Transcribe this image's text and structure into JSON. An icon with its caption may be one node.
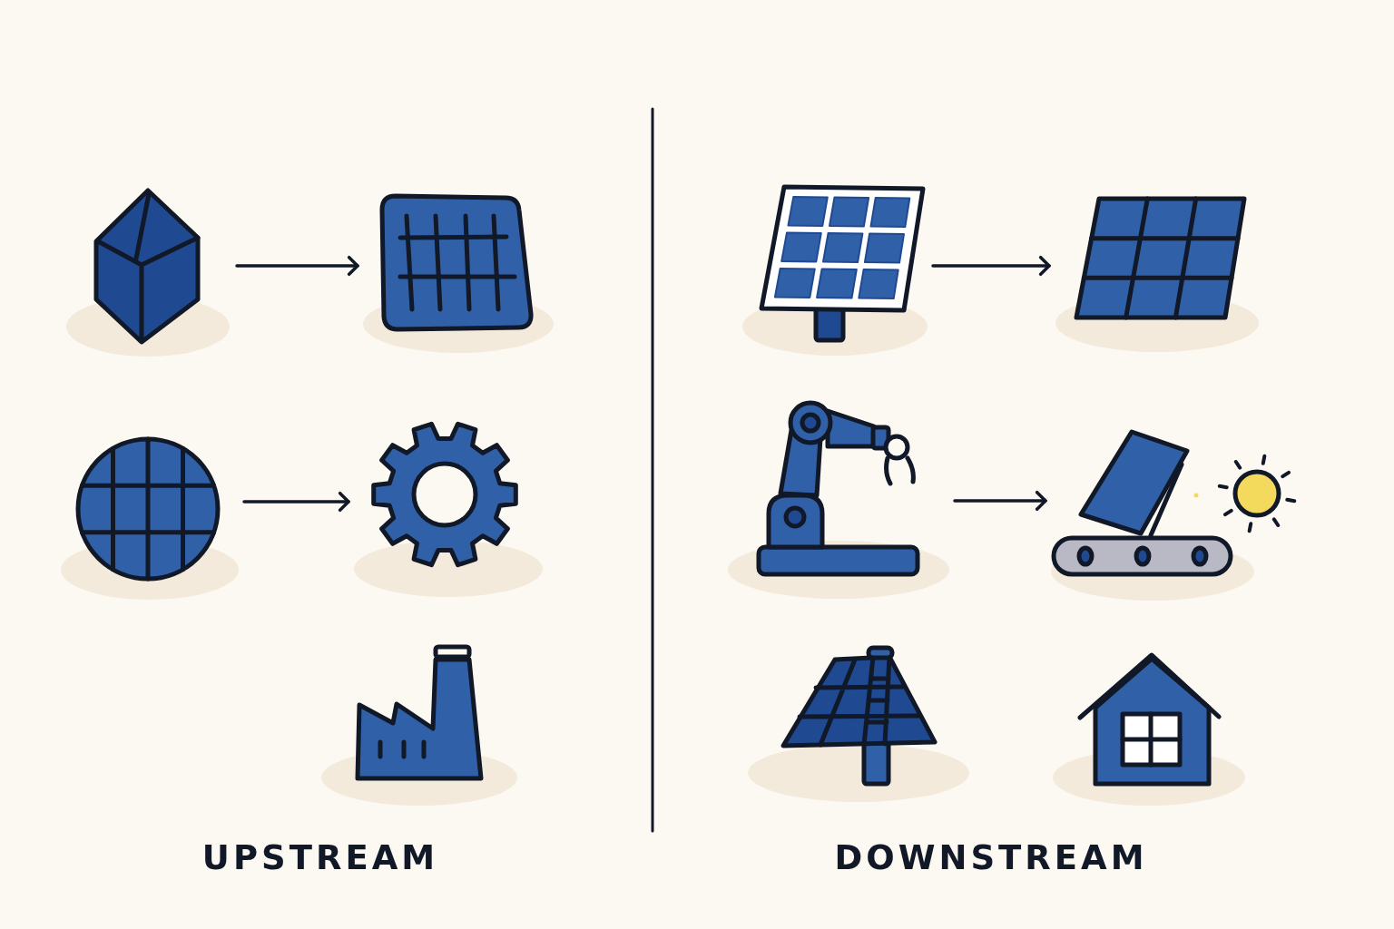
{
  "diagram": {
    "nodes": [
      {
        "text": [],
        "shape": "picture"
      },
      {
        "text": [],
        "shape": "picture"
      },
      {
        "text": [],
        "shape": "circle"
      },
      {
        "text": [],
        "shape": "picture"
      },
      {
        "text": [],
        "shape": "picture"
      },
      {
        "text": [],
        "shape": "picture"
      },
      {
        "text": [],
        "shape": "box"
      },
      {
        "text": [],
        "shape": "picture"
      },
      {
        "text": [],
        "shape": "picture"
      },
      {
        "text": [],
        "shape": "picture"
      },
      {
        "text": [],
        "shape": "picture"
      }
    ],
    "edges": [
      {
        "from": 0,
        "to": 1,
        "arrow": "to"
      },
      {
        "from": 2,
        "to": 3,
        "arrow": "to"
      },
      {
        "from": 5,
        "to": 6,
        "arrow": "to"
      },
      {
        "from": 7,
        "to": 8,
        "arrow": "to"
      }
    ],
    "labels": [
      "UPSTREAM",
      "DOWNSTREAM"
    ]
  }
}
